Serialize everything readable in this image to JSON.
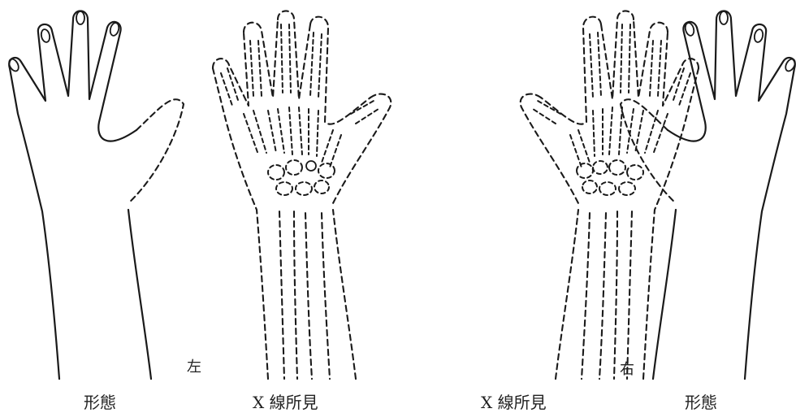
{
  "panels": [
    {
      "id": "left-appearance",
      "caption": "形態"
    },
    {
      "id": "left-xray",
      "caption": "X 線所見"
    },
    {
      "id": "right-xray",
      "caption": "X 線所見"
    },
    {
      "id": "right-appearance",
      "caption": "形態"
    }
  ],
  "side_labels": {
    "left": "左",
    "right": "右"
  },
  "line_styles": {
    "outline": "solid",
    "bones": "dashed"
  },
  "colors": {
    "ink": "#1a1a1a",
    "background": "#ffffff"
  }
}
